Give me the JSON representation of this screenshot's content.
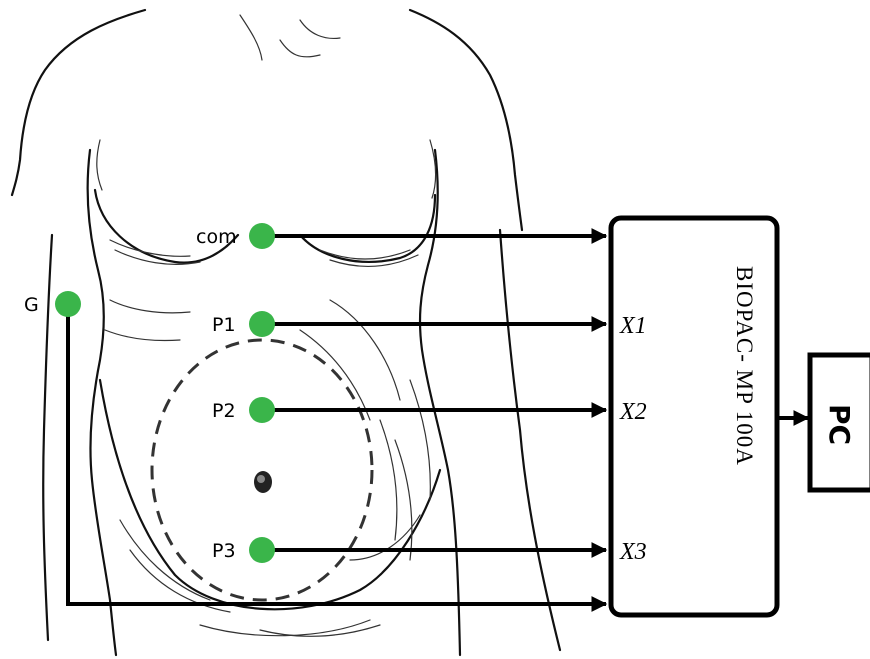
{
  "colors": {
    "electrode": "#3ab54a",
    "wire": "#000000",
    "box_border": "#000000"
  },
  "electrodes": {
    "com": "com",
    "p1": "P1",
    "p2": "P2",
    "p3": "P3",
    "g": "G"
  },
  "channels": {
    "x1": "X1",
    "x2": "X2",
    "x3": "X3"
  },
  "device": {
    "label": "BIOPAC- MP  100A"
  },
  "computer": {
    "label": "PC"
  }
}
